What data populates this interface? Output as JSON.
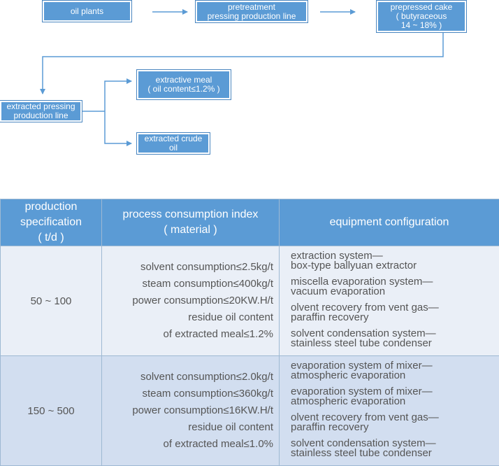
{
  "flow": {
    "oil_plants": "oil plants",
    "pretreatment": "pretreatment\npressing production line",
    "prepressed_cake": "prepressed cake\n( butyraceous\n14 ~ 18% )",
    "extracted_pressing": "extracted pressing\nproduction line",
    "extractive_meal": "extractive meal\n( oil content≤1.2% )",
    "crude_oil": "extracted crude\noil"
  },
  "table": {
    "headers": [
      "production\nspecification\n( t/d )",
      "process consumption index\n( material )",
      "equipment configuration"
    ],
    "rows": [
      {
        "spec": "50 ~ 100",
        "index": [
          "solvent consumption≤2.5kg/t",
          "steam consumption≤400kg/t",
          "power consumption≤20KW.H/t",
          "residue oil content",
          "of extracted meal≤1.2%"
        ],
        "equipment": [
          [
            "extraction system—",
            "box-type ballyuan extractor"
          ],
          [
            "miscella evaporation system—",
            "vacuum evaporation"
          ],
          [
            "olvent recovery from vent gas—",
            "paraffin recovery"
          ],
          [
            "solvent condensation system—",
            "stainless steel tube condenser"
          ]
        ]
      },
      {
        "spec": "150 ~ 500",
        "index": [
          "solvent consumption≤2.0kg/t",
          "steam consumption≤360kg/t",
          "power consumption≤16KW.H/t",
          "residue oil content",
          "of extracted meal≤1.0%"
        ],
        "equipment": [
          [
            "evaporation system of mixer—",
            "atmospheric evaporation"
          ],
          [
            "evaporation system of mixer—",
            "atmospheric evaporation"
          ],
          [
            "olvent recovery from vent gas—",
            "paraffin recovery"
          ],
          [
            "solvent condensation system—",
            "stainless steel tube condenser"
          ]
        ]
      }
    ]
  },
  "colors": {
    "box": "#5b9bd5",
    "line": "#5b9bd5",
    "row1": "#eaeff7",
    "row2": "#d2def0"
  }
}
